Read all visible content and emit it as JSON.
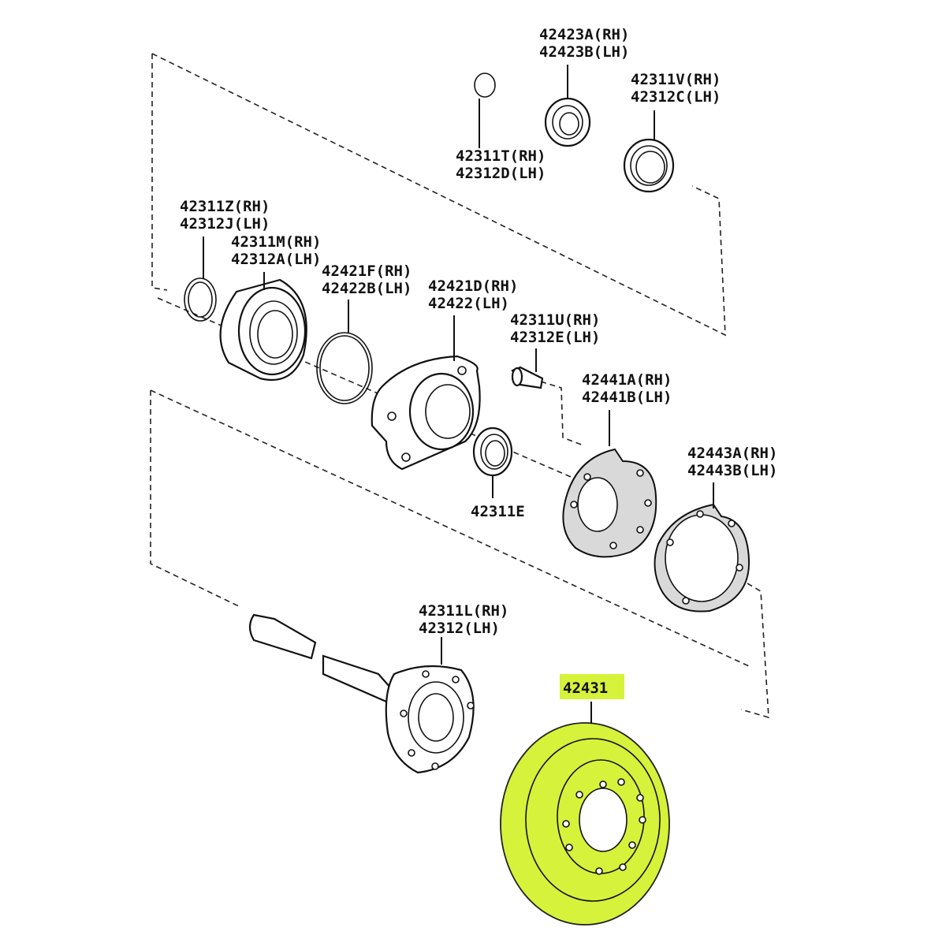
{
  "parts": [
    {
      "id": "p1",
      "lines": [
        "42423A(RH)",
        "42423B(LH)"
      ]
    },
    {
      "id": "p2",
      "lines": [
        "42311V(RH)",
        "42312C(LH)"
      ]
    },
    {
      "id": "p3",
      "lines": [
        "42311T(RH)",
        "42312D(LH)"
      ]
    },
    {
      "id": "p4",
      "lines": [
        "42311Z(RH)",
        "42312J(LH)"
      ]
    },
    {
      "id": "p5",
      "lines": [
        "42311M(RH)",
        "42312A(LH)"
      ]
    },
    {
      "id": "p6",
      "lines": [
        "42421F(RH)",
        "42422B(LH)"
      ]
    },
    {
      "id": "p7",
      "lines": [
        "42421D(RH)",
        "42422(LH)"
      ]
    },
    {
      "id": "p8",
      "lines": [
        "42311U(RH)",
        "42312E(LH)"
      ]
    },
    {
      "id": "p9",
      "lines": [
        "42441A(RH)",
        "42441B(LH)"
      ]
    },
    {
      "id": "p10",
      "lines": [
        "42443A(RH)",
        "42443B(LH)"
      ]
    },
    {
      "id": "p11",
      "lines": [
        "42311E"
      ]
    },
    {
      "id": "p12",
      "lines": [
        "42311L(RH)",
        "42312(LH)"
      ]
    },
    {
      "id": "p13",
      "lines": [
        "42431"
      ]
    }
  ],
  "highlight": {
    "part": "42431",
    "color": "#d6f23a"
  }
}
